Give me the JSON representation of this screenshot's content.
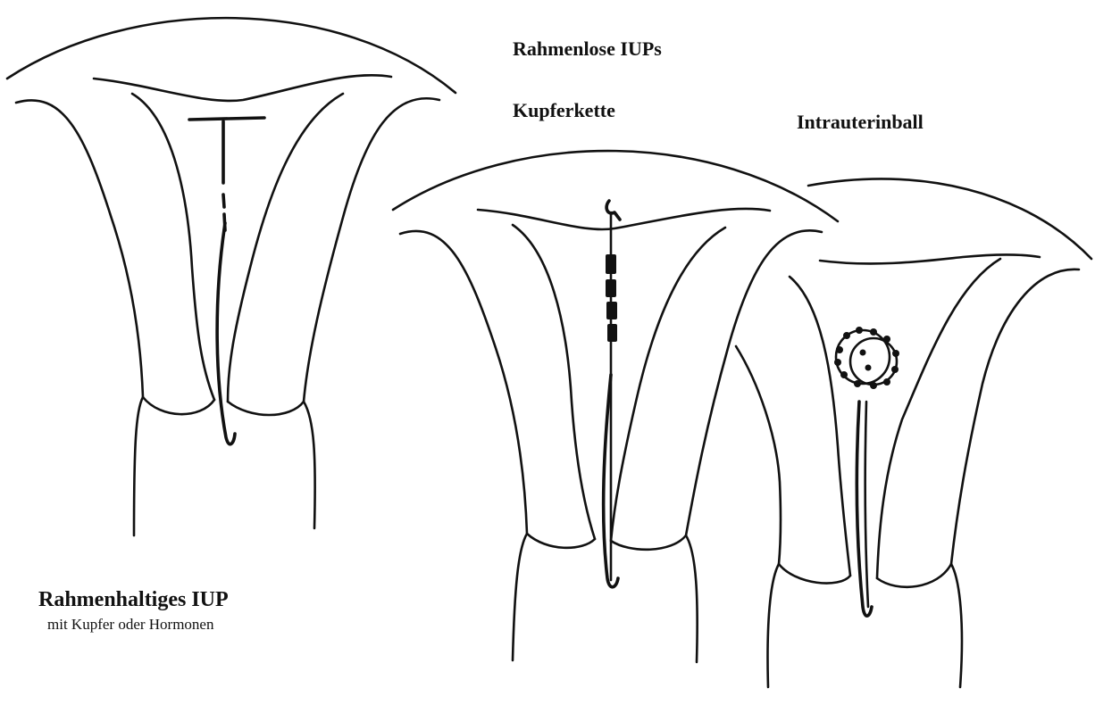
{
  "labels": {
    "frameless_title": "Rahmenlose IUPs",
    "copper_chain": "Kupferkette",
    "intrauterine_ball": "Intrauterinball",
    "framed_title": "Rahmenhaltiges IUP",
    "framed_subtitle": "mit Kupfer oder Hormonen"
  },
  "colors": {
    "ink": "#111111",
    "background": "#ffffff"
  }
}
